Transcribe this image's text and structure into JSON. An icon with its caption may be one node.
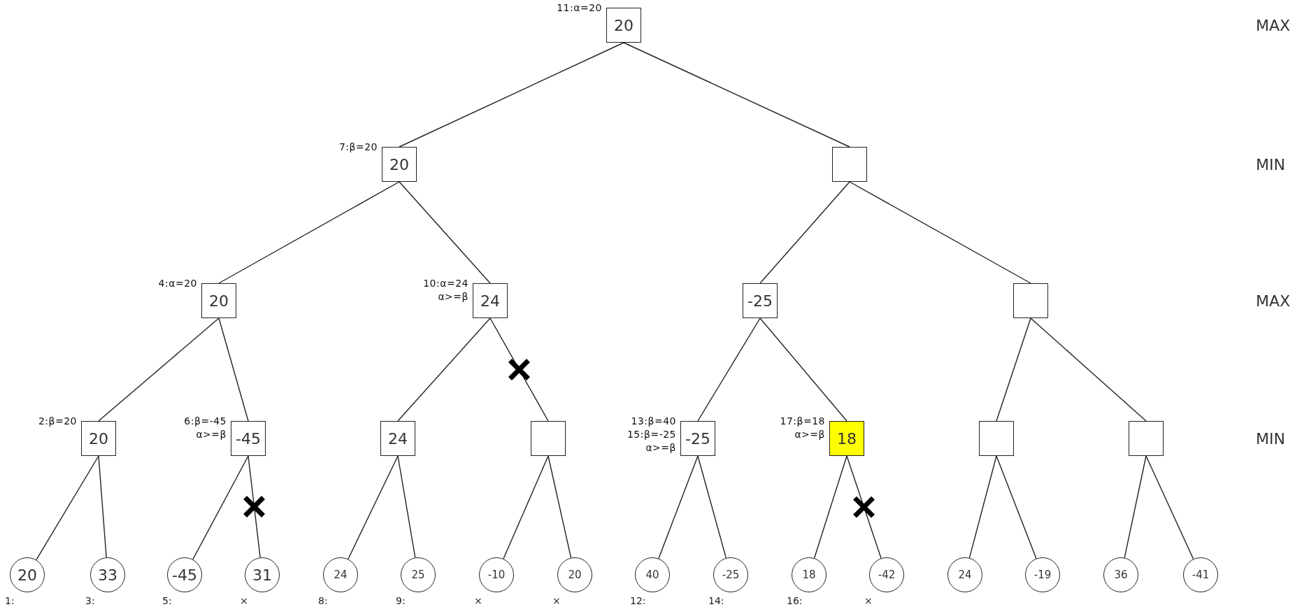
{
  "diagram": {
    "nodes": [
      {
        "text": [
          "20"
        ],
        "beside": [
          "11:α=20"
        ]
      },
      {
        "text": [
          "20"
        ],
        "beside": [
          "7:β=20"
        ]
      },
      {
        "text": [],
        "shape": "box"
      },
      {
        "text": [
          "20"
        ],
        "beside": [
          "4:α=20"
        ]
      },
      {
        "text": [
          "24"
        ],
        "beside": [
          "10:α=24",
          "α>=β"
        ]
      },
      {
        "text": [
          "-25"
        ]
      },
      {
        "text": [],
        "shape": "box"
      },
      {
        "text": [
          "20"
        ],
        "beside": [
          "2:β=20"
        ]
      },
      {
        "text": [
          "-45"
        ],
        "beside": [
          "6:β=-45",
          "α>=β"
        ]
      },
      {
        "text": [
          "24"
        ]
      },
      {
        "text": [],
        "shape": "box"
      },
      {
        "text": [
          "-25"
        ],
        "beside": [
          "13:β=40",
          "15:β=-25",
          "α>=β"
        ]
      },
      {
        "text": [
          "18"
        ],
        "beside": [
          "17:β=18",
          "α>=β"
        ]
      },
      {
        "text": [],
        "shape": "box"
      },
      {
        "text": [],
        "shape": "box"
      },
      {
        "text": [
          "20"
        ],
        "beside": [
          "1:"
        ]
      },
      {
        "text": [
          "33"
        ],
        "beside": [
          "3:"
        ]
      },
      {
        "text": [
          "-45"
        ],
        "beside": [
          "5:"
        ]
      },
      {
        "text": [
          "31"
        ],
        "beside": [
          "×"
        ]
      },
      {
        "text": [
          "24"
        ],
        "beside": [
          "8:"
        ]
      },
      {
        "text": [
          "25"
        ],
        "beside": [
          "9:"
        ]
      },
      {
        "text": [
          "-10"
        ],
        "beside": [
          "×"
        ]
      },
      {
        "text": [
          "20"
        ],
        "beside": [
          "×"
        ]
      },
      {
        "text": [
          "40"
        ],
        "beside": [
          "12:"
        ]
      },
      {
        "text": [
          "-25"
        ],
        "beside": [
          "14:"
        ]
      },
      {
        "text": [
          "18"
        ],
        "beside": [
          "16:"
        ]
      },
      {
        "text": [
          "-42"
        ],
        "beside": [
          "×"
        ]
      },
      {
        "text": [
          "24"
        ]
      },
      {
        "text": [
          "-19"
        ]
      },
      {
        "text": [
          "36"
        ]
      },
      {
        "text": [
          "-41"
        ]
      }
    ],
    "edges": [
      {
        "from": 0,
        "to": 1,
        "arrow": "none"
      },
      {
        "from": 0,
        "to": 2,
        "arrow": "none"
      },
      {
        "from": 1,
        "to": 3,
        "arrow": "none"
      },
      {
        "from": 1,
        "to": 4,
        "arrow": "none"
      },
      {
        "from": 2,
        "to": 5,
        "arrow": "none"
      },
      {
        "from": 2,
        "to": 6,
        "arrow": "none"
      },
      {
        "from": 3,
        "to": 7,
        "arrow": "none"
      },
      {
        "from": 3,
        "to": 8,
        "arrow": "none"
      },
      {
        "from": 4,
        "to": 9,
        "arrow": "none"
      },
      {
        "from": 4,
        "to": 10,
        "arrow": "none"
      },
      {
        "from": 5,
        "to": 11,
        "arrow": "none"
      },
      {
        "from": 5,
        "to": 12,
        "arrow": "none"
      },
      {
        "from": 6,
        "to": 13,
        "arrow": "none"
      },
      {
        "from": 6,
        "to": 14,
        "arrow": "none"
      },
      {
        "from": 7,
        "to": 15,
        "arrow": "none"
      },
      {
        "from": 7,
        "to": 16,
        "arrow": "none"
      },
      {
        "from": 8,
        "to": 17,
        "arrow": "none"
      },
      {
        "from": 8,
        "to": 18,
        "arrow": "none"
      },
      {
        "from": 9,
        "to": 19,
        "arrow": "none"
      },
      {
        "from": 9,
        "to": 20,
        "arrow": "none"
      },
      {
        "from": 10,
        "to": 21,
        "arrow": "none"
      },
      {
        "from": 10,
        "to": 22,
        "arrow": "none"
      },
      {
        "from": 11,
        "to": 23,
        "arrow": "none"
      },
      {
        "from": 11,
        "to": 24,
        "arrow": "none"
      },
      {
        "from": 12,
        "to": 25,
        "arrow": "none"
      },
      {
        "from": 12,
        "to": 26,
        "arrow": "none"
      },
      {
        "from": 13,
        "to": 27,
        "arrow": "none"
      },
      {
        "from": 13,
        "to": 28,
        "arrow": "none"
      },
      {
        "from": 14,
        "to": 29,
        "arrow": "none"
      },
      {
        "from": 14,
        "to": 30,
        "arrow": "none"
      }
    ],
    "labels": [
      "MAX",
      "MIN",
      "MAX",
      "MIN"
    ]
  }
}
